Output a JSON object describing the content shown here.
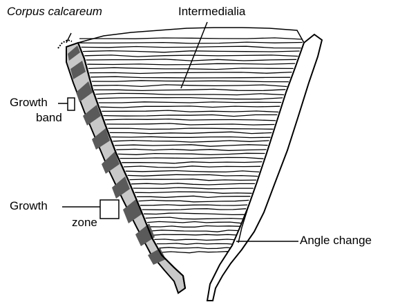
{
  "labels": {
    "corpus_calcareum": "Corpus calcareum",
    "intermedialia": "Intermedialia",
    "growth_band_line1": "Growth",
    "growth_band_line2": "band",
    "growth_zone_line1": "Growth",
    "growth_zone_line2": "zone",
    "angle_change": "Angle change"
  },
  "colors": {
    "ink": "#000000",
    "band_light": "#c8c8c8",
    "band_dark": "#5a5a5a",
    "background": "#ffffff"
  }
}
